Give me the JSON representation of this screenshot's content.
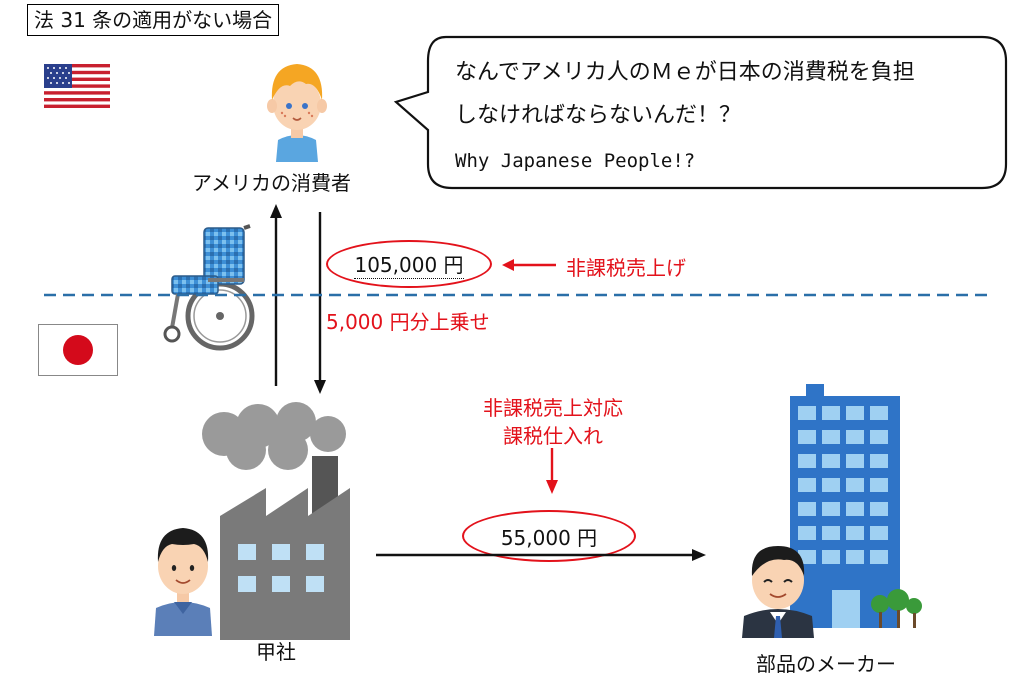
{
  "title": "法 31 条の適用がない場合",
  "bubble": {
    "line1": "なんでアメリカ人のＭｅが日本の消費税を負担",
    "line2": "しなければならないんだ！？",
    "line3": "Why Japanese People!?"
  },
  "consumer_label": "アメリカの消費者",
  "amount_export": "105,000 円",
  "export_note": "非課税売上げ",
  "markup_note": "5,000 円分上乗せ",
  "company_label": "甲社",
  "purchase_note_line1": "非課税売上対応",
  "purchase_note_line2": "課税仕入れ",
  "amount_purchase": "55,000 円",
  "maker_label": "部品のメーカー",
  "colors": {
    "accent_red": "#e3121b",
    "border_line": "#2a6fa8",
    "japan_red": "#d40a1b",
    "building_blue": "#2f74c7"
  },
  "icons": [
    "usa-flag-icon",
    "japan-flag-icon",
    "wheelchair-icon",
    "consumer-avatar-icon",
    "factory-icon",
    "worker-avatar-icon",
    "office-building-icon",
    "maker-avatar-icon"
  ]
}
